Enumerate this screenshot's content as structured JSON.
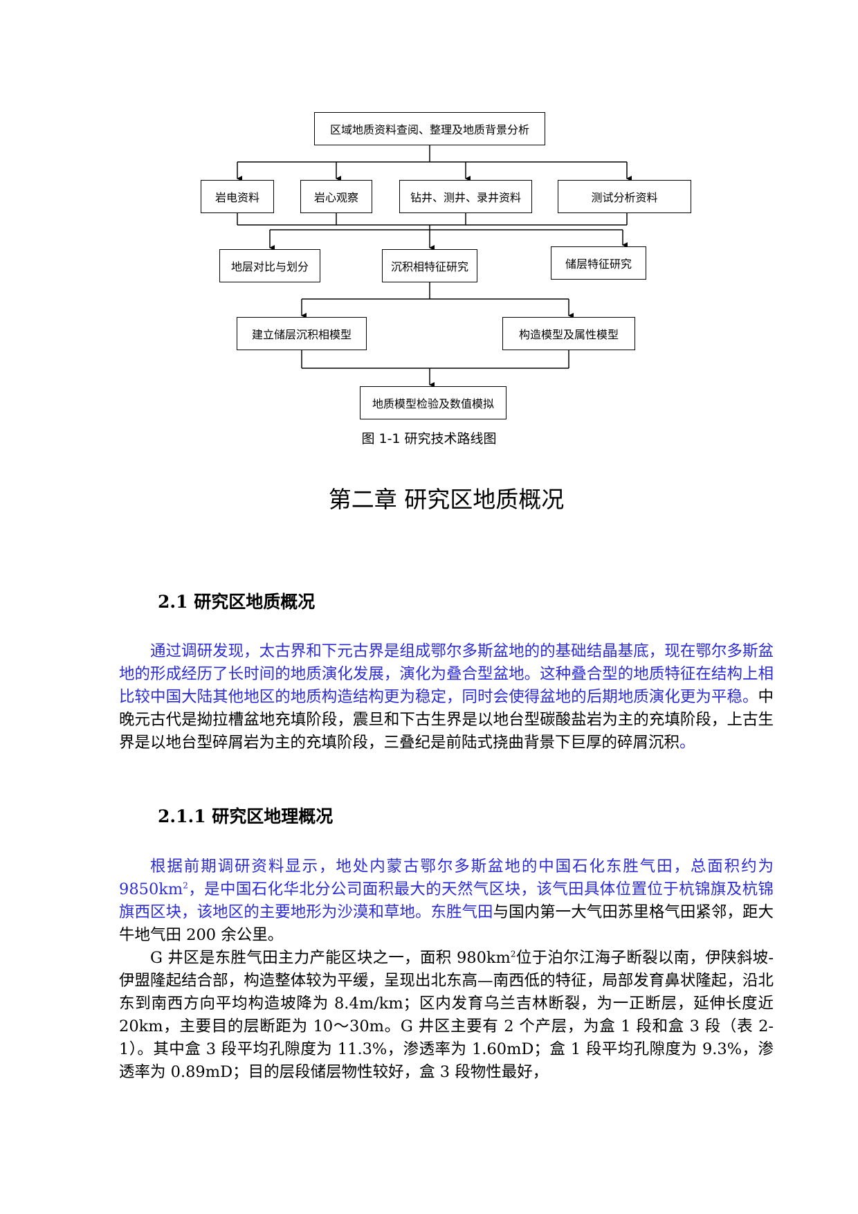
{
  "flowchart": {
    "top": "区域地质资料查阅、整理及地质背景分析",
    "row1": [
      "岩电资料",
      "岩心观察",
      "钻井、测井、录井资料",
      "测试分析资料"
    ],
    "row2": [
      "地层对比与划分",
      "沉积相特征研究",
      "储层特征研究"
    ],
    "row3": [
      "建立储层沉积相模型",
      "构造模型及属性模型"
    ],
    "bottom": "地质模型检验及数值模拟"
  },
  "caption": "图 1-1 研究技术路线图",
  "chapter_title": "第二章  研究区地质概况",
  "section_2_1": {
    "heading": "2.1 研究区地质概况",
    "para_blue": "通过调研发现，太古界和下元古界是组成鄂尔多斯盆地的的基础结晶基底，现在鄂尔多斯盆地的形成经历了长时间的地质演化发展，演化为叠合型盆地。这种叠合型的地质特征在结构上相比较中国大陆其他地区的地质构造结构更为稳定，同时会使得盆地的后期地质演化更为平稳。",
    "para_black": "中晚元古代是拗拉槽盆地充填阶段，震旦和下古生界是以地台型碳酸盐岩为主的充填阶段，上古生界是以地台型碎屑岩为主的充填阶段，三叠纪是前陆式挠曲背景下巨厚的碎屑沉积",
    "para_end": "。"
  },
  "section_2_1_1": {
    "heading": "2.1.1 研究区地理概况",
    "p1_blue_a": "根据前期调研资料显示，地处内蒙古鄂尔多斯盆地的中国石化东胜气田，总面积约为 9850km",
    "p1_sup": "2",
    "p1_blue_b": "，是中国石化华北分公司面积最大的天然气区块，该气田具体位置位于杭锦旗及杭锦旗西区块，该地区的主要地形为沙漠和草地。东胜气田",
    "p1_black": "与国内第一大气田苏里格气田紧邻，距大牛地气田 200 余公里。",
    "p2_a": "G 井区是东胜气田主力产能区块之一，面积 980km",
    "p2_sup": "2",
    "p2_b": "位于泊尔江海子断裂以南，伊陕斜坡-伊盟隆起结合部，构造整体较为平缓，呈现出北东高—南西低的特征，局部发育鼻状隆起，沿北东到南西方向平均构造坡降为 8.4m/km；区内发育乌兰吉林断裂，为一正断层，延伸长度近 20km，主要目的层断距为 10～30m。G 井区主要有 2 个产层，为盒 1 段和盒 3 段（表 2-1）。其中盒 3 段平均孔隙度为 11.3%，渗透率为 1.60mD；盒 1 段平均孔隙度为 9.3%，渗透率为 0.89mD；目的层段储层物性较好，盒 3 段物性最好，"
  }
}
